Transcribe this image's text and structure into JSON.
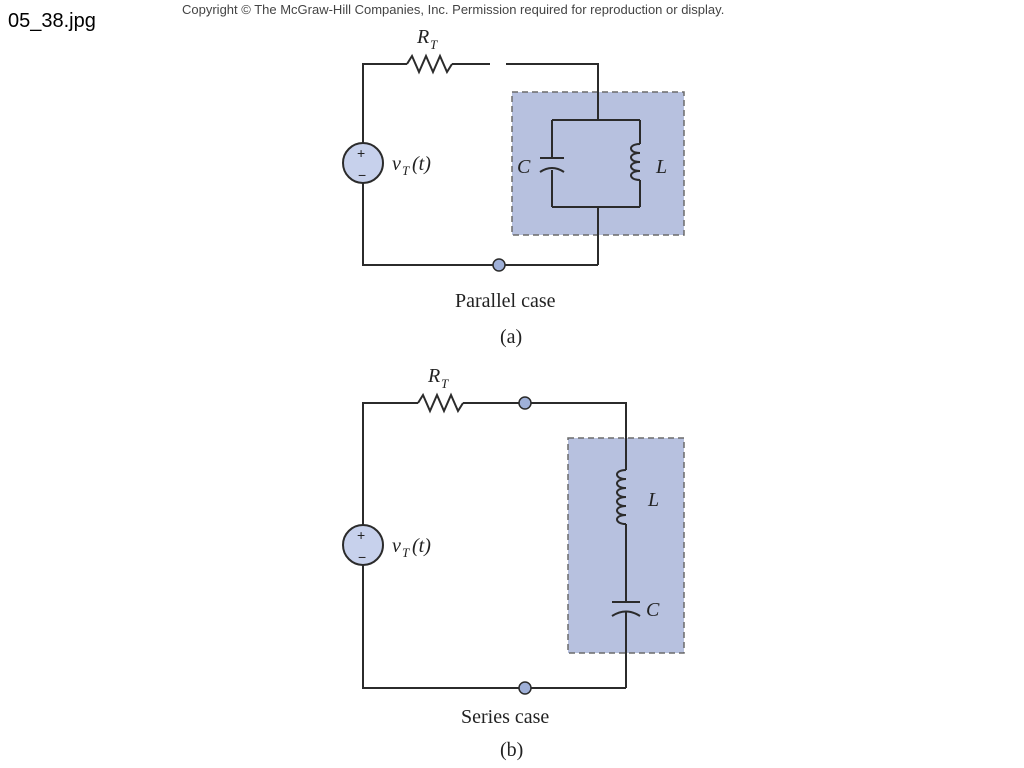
{
  "header": {
    "filename": "05_38.jpg",
    "copyright": "Copyright © The McGraw-Hill Companies, Inc. Permission required for reproduction or display."
  },
  "circuit_a": {
    "resistor_label": "R",
    "resistor_sub": "T",
    "source_label": "v",
    "source_sub": "T",
    "source_arg": "(t)",
    "plus": "+",
    "minus": "−",
    "capacitor_label": "C",
    "inductor_label": "L",
    "caption": "Parallel case",
    "tag": "(a)"
  },
  "circuit_b": {
    "resistor_label": "R",
    "resistor_sub": "T",
    "source_label": "v",
    "source_sub": "T",
    "source_arg": "(t)",
    "plus": "+",
    "minus": "−",
    "capacitor_label": "C",
    "inductor_label": "L",
    "caption": "Series case",
    "tag": "(b)"
  },
  "colors": {
    "box_fill": "#b7c1df",
    "wire": "#2b2b2b",
    "node_fill": "#9fb0d8"
  }
}
